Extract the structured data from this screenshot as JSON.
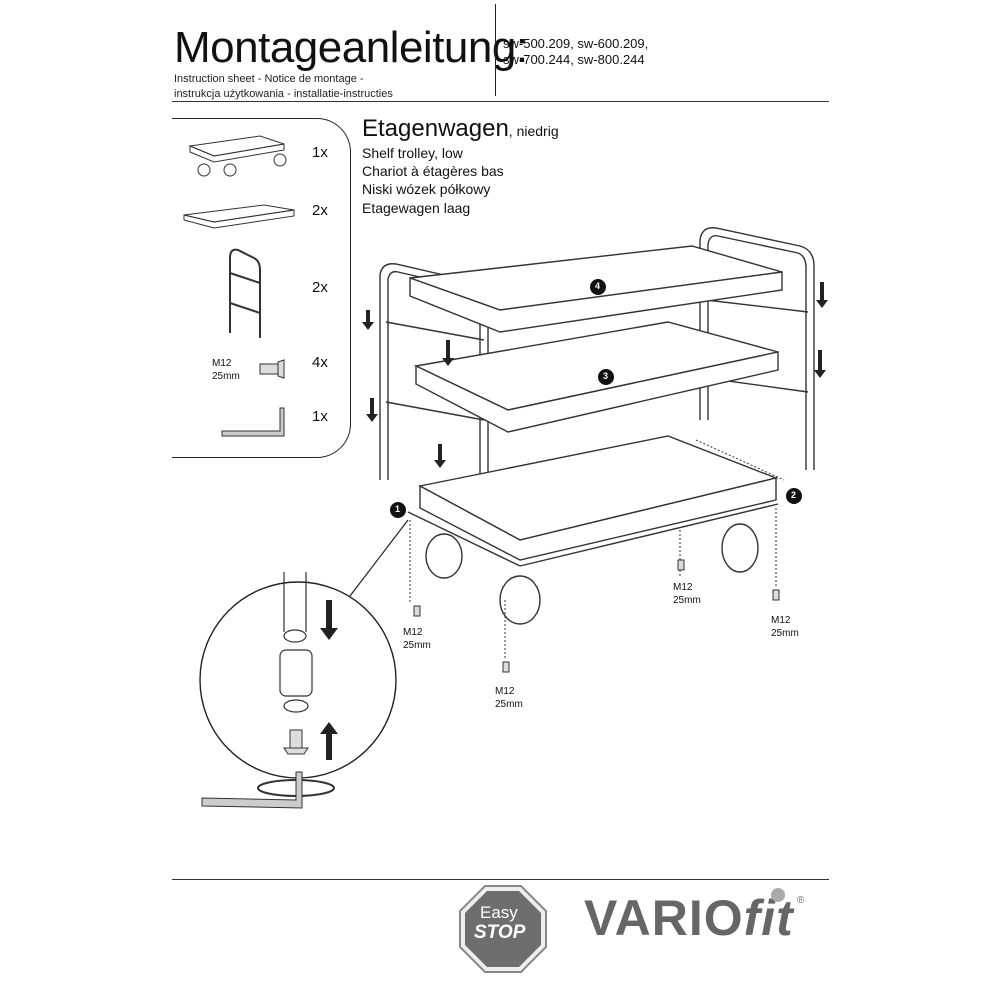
{
  "header": {
    "title": "Montageanleitung:",
    "subtitle_lines": [
      "Instruction sheet - Notice de montage  -",
      "instrukcja użytkowania - installatie-instructies"
    ],
    "model_lines": [
      "sw-500.209, sw-600.209,",
      "sw-700.244, sw-800.244"
    ]
  },
  "parts_list": {
    "items": [
      {
        "icon": "trolley-base-icon",
        "qty": "1x"
      },
      {
        "icon": "shelf-tray-icon",
        "qty": "2x"
      },
      {
        "icon": "push-handle-frame-icon",
        "qty": "2x"
      },
      {
        "icon": "screw-icon",
        "qty": "4x",
        "label_lines": [
          "M12",
          "25mm"
        ]
      },
      {
        "icon": "allen-key-icon",
        "qty": "1x"
      }
    ]
  },
  "product": {
    "name": "Etagenwagen",
    "name_suffix": ", niedrig",
    "translations": [
      "Shelf trolley, low",
      "Chariot à étagères bas",
      "Niski wózek półkowy",
      "Etagewagen laag"
    ]
  },
  "diagram": {
    "steps": [
      "1",
      "2",
      "3",
      "4"
    ],
    "screw_labels": [
      {
        "line1": "M12",
        "line2": "25mm"
      },
      {
        "line1": "M12",
        "line2": "25mm"
      },
      {
        "line1": "M12",
        "line2": "25mm"
      },
      {
        "line1": "M12",
        "line2": "25mm"
      }
    ]
  },
  "footer": {
    "badge_line1": "Easy",
    "badge_line2": "STOP",
    "brand_main": "VARIO",
    "brand_suffix": "fit",
    "registered": "®",
    "colors": {
      "logo_gray": "#666666",
      "badge_gray": "#6e6e6e"
    }
  }
}
